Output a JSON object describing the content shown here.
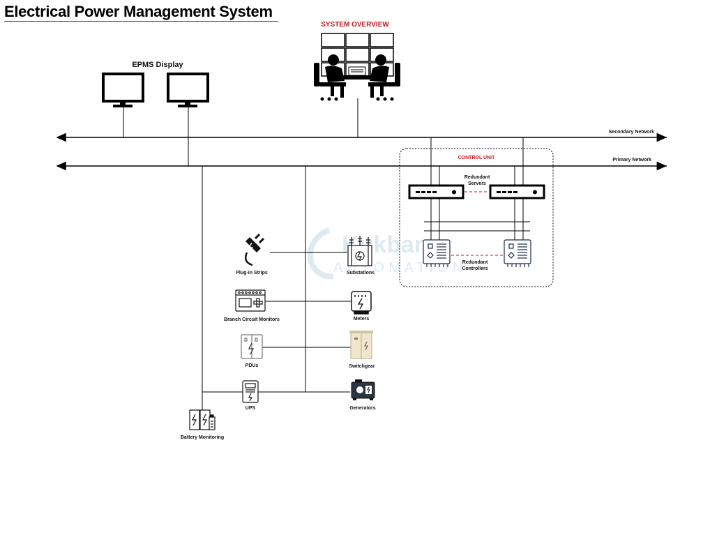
{
  "title": "Electrical Power Management System",
  "labels": {
    "system_overview": "SYSTEM OVERVIEW",
    "epms_display": "EPMS Display",
    "secondary_network": "Secondary Network",
    "primary_network": "Primary Network",
    "control_unit": "CONTROL UNIT",
    "redundant_servers_1": "Redundant",
    "redundant_servers_2": "Servers",
    "redundant_controllers_1": "Redundant",
    "redundant_controllers_2": "Controllers"
  },
  "devices": {
    "plugin_strips": "Plug-in Strips",
    "substations": "Substations",
    "branch_circuit_monitors": "Branch Circuit Monitors",
    "meters": "Meters",
    "pdus": "PDUs",
    "switchgear": "Switchgear",
    "ups": "UPS",
    "generators": "Generators",
    "battery_monitoring": "Battery Monitoring"
  },
  "watermark": {
    "line1": "Kukban",
    "line2": "AUTOMATION"
  },
  "colors": {
    "accent_red": "#c0181e",
    "line": "#000000",
    "title_underline": "#1f4e9a",
    "watermark": "#9fc6d4"
  }
}
